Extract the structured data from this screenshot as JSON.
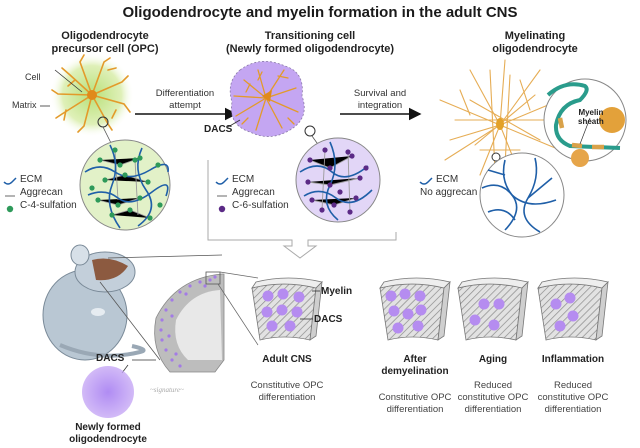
{
  "title": "Oligodendrocyte and myelin formation in the adult CNS",
  "stages": [
    {
      "title_line1": "Oligodendrocyte",
      "title_line2": "precursor cell (OPC)",
      "cell_label": "Cell",
      "matrix_label": "Matrix",
      "legend": [
        {
          "icon": "ecm-wave-icon",
          "label": "ECM"
        },
        {
          "icon": "aggrecan-line-icon",
          "label": "Aggrecan"
        },
        {
          "icon": "green-dot-icon",
          "label": "C-4-sulfation"
        }
      ]
    },
    {
      "title_line1": "Transitioning cell",
      "title_line2": "(Newly formed oligodendrocyte)",
      "dacs_label": "DACS",
      "legend": [
        {
          "icon": "ecm-wave-icon",
          "label": "ECM"
        },
        {
          "icon": "aggrecan-line-icon",
          "label": "Aggrecan"
        },
        {
          "icon": "purple-dot-icon",
          "label": "C-6-sulfation"
        }
      ]
    },
    {
      "title_line1": "Myelinating",
      "title_line2": "oligodendrocyte",
      "myelin_label_line1": "Myelin",
      "myelin_label_line2": "sheath",
      "legend": [
        {
          "icon": "ecm-wave-icon",
          "label": "ECM"
        },
        {
          "icon": "none",
          "label": "No aggrecan"
        }
      ]
    }
  ],
  "arrows": [
    {
      "line1": "Differentiation",
      "line2": "attempt"
    },
    {
      "line1": "Survival and",
      "line2": "integration"
    }
  ],
  "bottom": {
    "dacs_label": "DACS",
    "newly_formed_line1": "Newly formed",
    "newly_formed_line2": "oligodendrocyte",
    "myelin_label": "Myelin",
    "dacs_label2": "DACS",
    "panels": [
      {
        "caption_line1": "Adult CNS",
        "caption_line2": "",
        "desc_line1": "Constitutive OPC",
        "desc_line2": "differentiation",
        "desc_line3": ""
      },
      {
        "caption_line1": "After",
        "caption_line2": "demyelination",
        "desc_line1": "Constitutive OPC",
        "desc_line2": "differentiation",
        "desc_line3": ""
      },
      {
        "caption_line1": "Aging",
        "caption_line2": "",
        "desc_line1": "Reduced",
        "desc_line2": "constitutive OPC",
        "desc_line3": "differentiation"
      },
      {
        "caption_line1": "Inflammation",
        "caption_line2": "",
        "desc_line1": "Reduced",
        "desc_line2": "constitutive OPC",
        "desc_line3": "differentiation"
      }
    ]
  },
  "colors": {
    "ecm": "#1f5fa8",
    "aggrecan": "#9a9a9a",
    "c4_sulfation": "#2e9a5a",
    "c6_sulfation": "#5b2a86",
    "dacs": "#b58cf0",
    "opc_matrix": "#cde89a",
    "cell": "#e8a83a",
    "myelin": "#2a9c8c"
  }
}
